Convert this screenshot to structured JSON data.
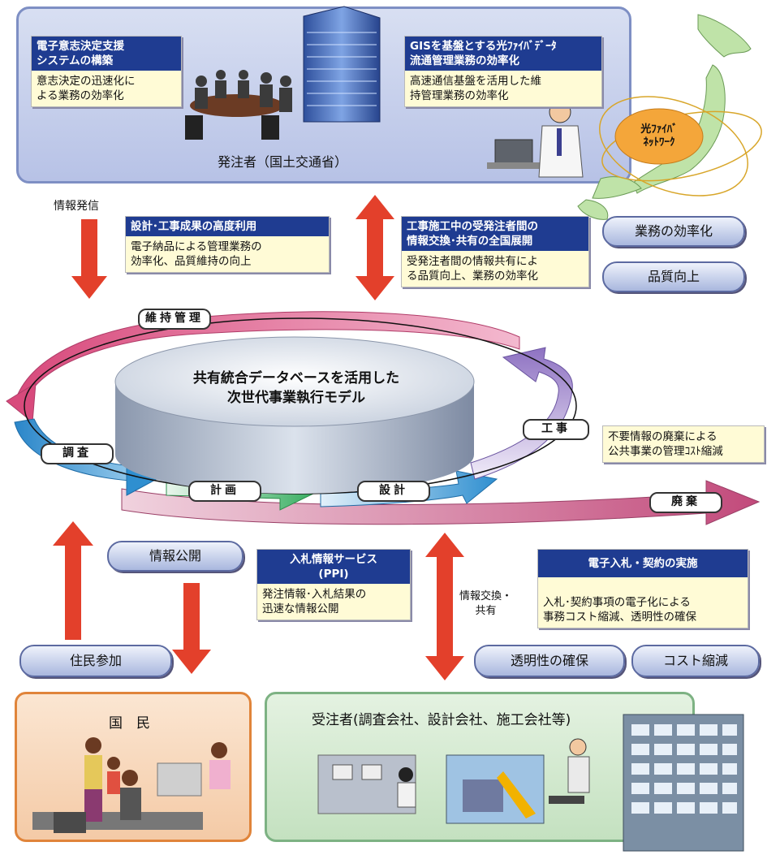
{
  "top_panel": {
    "title": "発注者（国土交通省）",
    "box_left": {
      "head": [
        "電子意志決定支援",
        "システムの構築"
      ],
      "body": [
        "意志決定の迅速化に",
        "よる業務の効率化"
      ]
    },
    "box_right": {
      "head": [
        "GISを基盤とする光ﾌｧｲﾊﾞﾃﾞｰﾀ",
        "流通管理業務の効率化"
      ],
      "body": [
        "高速通信基盤を活用した維",
        "持管理業務の効率化"
      ]
    },
    "fiber_label": [
      "光ﾌｧｲﾊﾞ",
      "ﾈｯﾄﾜｰｸ"
    ]
  },
  "middle_top": {
    "info_send": "情報発信",
    "box_design": {
      "head": "設計･工事成果の高度利用",
      "body": [
        "電子納品による管理業務の",
        "効率化、品質維持の向上"
      ]
    },
    "box_exchange": {
      "head": [
        "工事施工中の受発注者間の",
        "情報交換･共有の全国展開"
      ],
      "body": [
        "受発注者間の情報共有によ",
        "る品質向上、業務の効率化"
      ]
    },
    "pill_efficiency": "業務の効率化",
    "pill_quality": "品質向上"
  },
  "cycle": {
    "center_title": [
      "共有統合データベースを活用した",
      "次世代事業執行モデル"
    ],
    "stages": {
      "maintenance": "維持管理",
      "survey": "調査",
      "planning": "計画",
      "design": "設計",
      "construction": "工事",
      "disposal": "廃棄"
    },
    "disposal_note": [
      "不要情報の廃棄による",
      "公共事業の管理ｺｽﾄ縮減"
    ]
  },
  "lower": {
    "pill_disclosure": "情報公開",
    "pill_participation": "住民参加",
    "box_ppi": {
      "head": [
        "入札情報サービス",
        "(PPI)"
      ],
      "body": [
        "発注情報･入札結果の",
        "迅速な情報公開"
      ]
    },
    "exchange_label": [
      "情報交換・",
      "共有"
    ],
    "box_bid": {
      "head": "電子入札・契約の実施",
      "body": [
        "入札･契約事項の電子化による",
        "事務コスト縮減、透明性の確保"
      ]
    },
    "pill_transparency": "透明性の確保",
    "pill_cost": "コスト縮減"
  },
  "bottom": {
    "citizen_title": "国　民",
    "contractor_title": "受注者(調査会社、設計会社、施工会社等)"
  },
  "colors": {
    "arrow_red": "#e3402b",
    "box_header": "#1f3c91",
    "box_body": "#fffbd6",
    "pink_cycle": "#e05a86",
    "blue_cycle": "#2f8fd0",
    "green_cycle": "#44b46a",
    "purple_cycle": "#8e72c2"
  }
}
